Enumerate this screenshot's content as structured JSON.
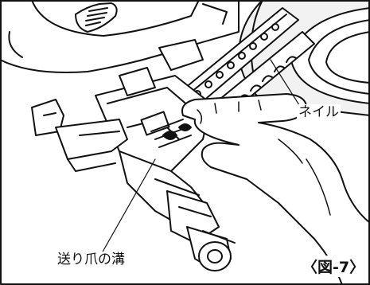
{
  "callouts": {
    "nail": "ネイル",
    "feed_claw_groove": "送り爪の溝"
  },
  "figure_number": "〈図-7〉",
  "colors": {
    "ink": "#111111",
    "background": "#ffffff",
    "coil_fill": "#f2f2f2"
  }
}
